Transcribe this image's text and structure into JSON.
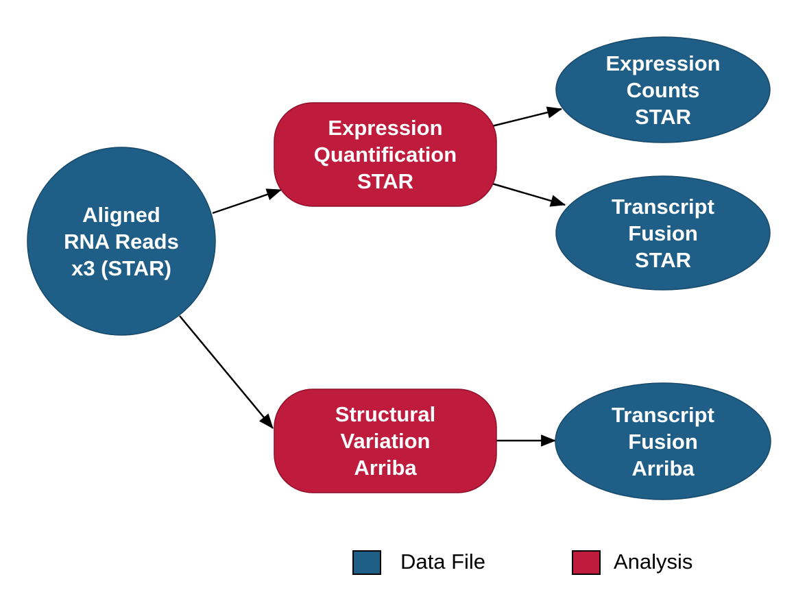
{
  "colors": {
    "data_file": "#1f5f87",
    "analysis": "#bf1b3c",
    "edge": "#000000"
  },
  "nodes": {
    "aligned_reads": {
      "lines": [
        "Aligned",
        "RNA Reads",
        "x3 (STAR)"
      ],
      "kind": "data_file"
    },
    "expression_quant": {
      "lines": [
        "Expression",
        "Quantification",
        "STAR"
      ],
      "kind": "analysis"
    },
    "structural_variation": {
      "lines": [
        "Structural",
        "Variation",
        "Arriba"
      ],
      "kind": "analysis"
    },
    "expression_counts": {
      "lines": [
        "Expression",
        "Counts",
        "STAR"
      ],
      "kind": "data_file"
    },
    "transcript_fusion_star": {
      "lines": [
        "Transcript",
        "Fusion",
        "STAR"
      ],
      "kind": "data_file"
    },
    "transcript_fusion_arriba": {
      "lines": [
        "Transcript",
        "Fusion",
        "Arriba"
      ],
      "kind": "data_file"
    }
  },
  "edges": [
    {
      "from": "aligned_reads",
      "to": "expression_quant"
    },
    {
      "from": "aligned_reads",
      "to": "structural_variation"
    },
    {
      "from": "expression_quant",
      "to": "expression_counts"
    },
    {
      "from": "expression_quant",
      "to": "transcript_fusion_star"
    },
    {
      "from": "structural_variation",
      "to": "transcript_fusion_arriba"
    }
  ],
  "legend": {
    "data_file_label": "Data File",
    "analysis_label": "Analysis"
  }
}
